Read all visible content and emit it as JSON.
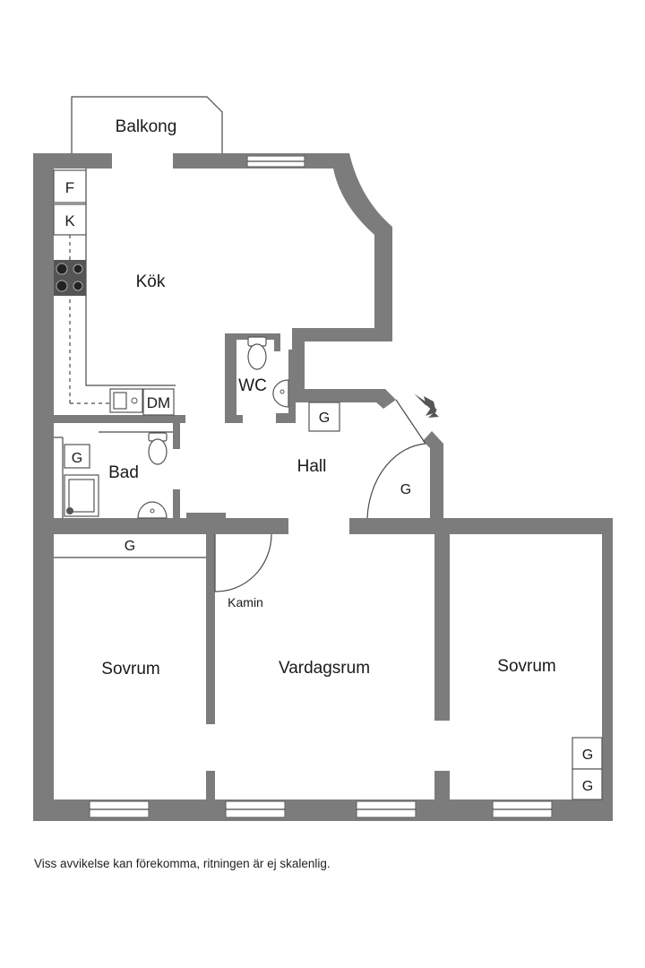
{
  "rooms": {
    "balcony": "Balkong",
    "kitchen": "Kök",
    "wc": "WC",
    "bath": "Bad",
    "hall": "Hall",
    "bedroom_left": "Sovrum",
    "living_room": "Vardagsrum",
    "bedroom_right": "Sovrum"
  },
  "appliances": {
    "freezer": "F",
    "fridge": "K",
    "dishwasher": "DM"
  },
  "fireplace": "Kamin",
  "wardrobe_mark": "G",
  "disclaimer": "Viss avvikelse kan förekomma, ritningen är ej skalenlig.",
  "colors": {
    "wall": "#7c7c7c",
    "background": "#ffffff"
  }
}
